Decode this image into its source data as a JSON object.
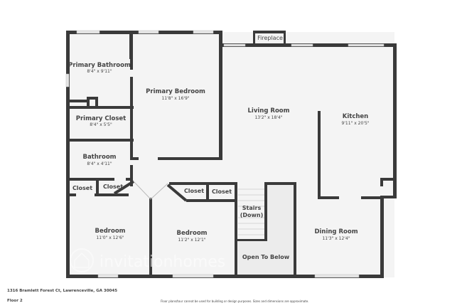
{
  "plan": {
    "rooms": [
      {
        "name": "Primary Bathroom",
        "dims": "8'4\" x 9'11\""
      },
      {
        "name": "Primary Bedroom",
        "dims": "11'8\" x 16'9\""
      },
      {
        "name": "Primary Closet",
        "dims": "8'4\" x 5'5\""
      },
      {
        "name": "Living Room",
        "dims": "13'2\" x 18'4\""
      },
      {
        "name": "Kitchen",
        "dims": "9'11\" x 20'5\""
      },
      {
        "name": "Bathroom",
        "dims": "8'4\" x 4'11\""
      },
      {
        "name": "Bedroom",
        "dims": "11'0\" x 12'6\""
      },
      {
        "name": "Bedroom",
        "dims": "11'2\" x 12'1\""
      },
      {
        "name": "Dining Room",
        "dims": "11'3\" x 12'4\""
      }
    ],
    "labels": {
      "fireplace": "Fireplace",
      "closet": "Closet",
      "stairs_line1": "Stairs",
      "stairs_line2": "(Down)",
      "open_to_below": "Open To Below"
    },
    "watermark": "invitationhomes"
  },
  "footer": {
    "address": "1316 Bramlett Forest Ct, Lawrenceville, GA 30045",
    "floor": "Floor 2",
    "disclaimer": "Floor plans/tour cannot be used for building or design purposes. Sizes and dimensions are approximate."
  }
}
